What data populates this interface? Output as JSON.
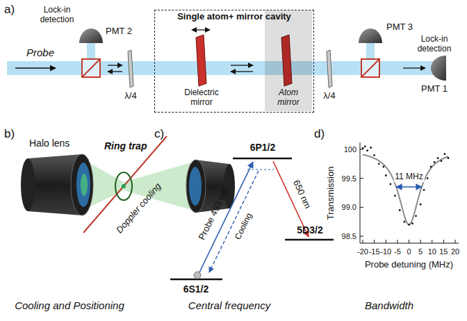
{
  "diagram": {
    "nodes": [
      {
        "text": [
          "Single atom+ mirror cavity",
          "Dielectric mirror"
        ]
      },
      {
        "text": [
          "Atom mirror"
        ],
        "in": 0
      }
    ],
    "labels": [
      "a)",
      "Probe",
      "Lock-in detection",
      "PMT 2",
      "λ/4",
      "λ/4",
      "PMT 3",
      "Lock-in detection",
      "PMT 1",
      "b)",
      "Halo lens",
      "Ring trap",
      "Doppler cooling",
      "c)",
      "6P1/2",
      "Probe 493 nm",
      "Cooling",
      "650 nm",
      "5D3/2",
      "6S1/2",
      "d)",
      "100",
      "99.5",
      "99.0",
      "98.5",
      "Transmission",
      "-20",
      "-15",
      "-10",
      "-5",
      "0",
      "5",
      "10",
      "15",
      "20",
      "11 MHz",
      "Probe detuning (MHz)",
      "Cooling and Positioning",
      "Central frequency",
      "Bandwidth"
    ]
  }
}
